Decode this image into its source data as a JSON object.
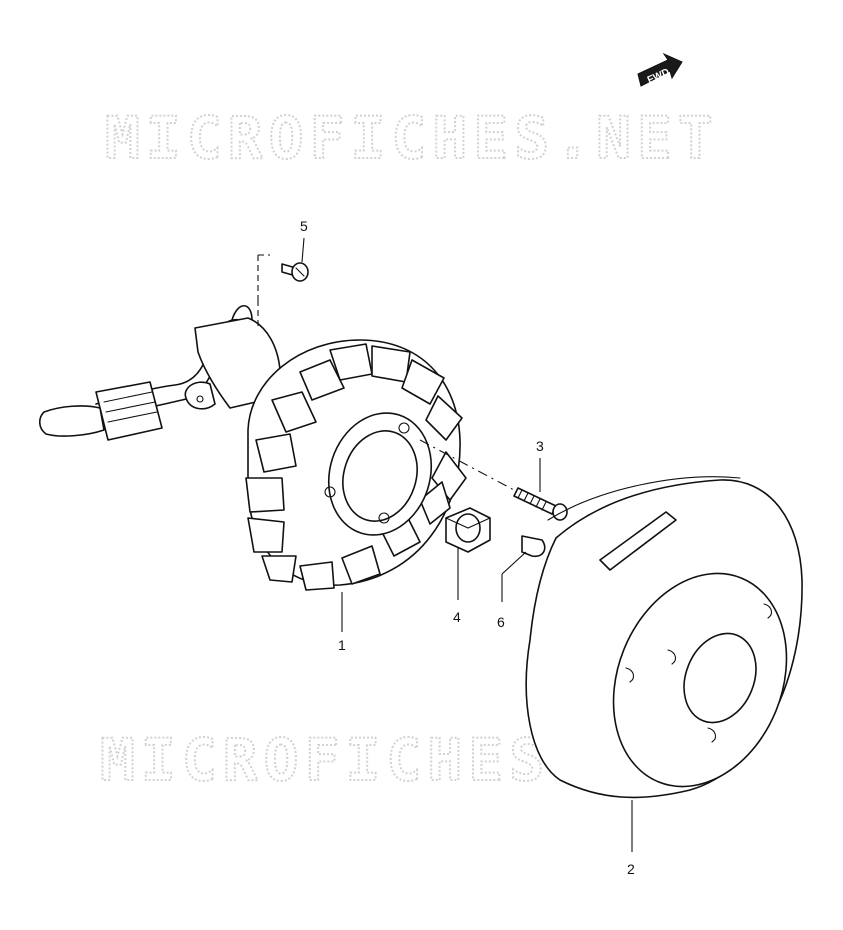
{
  "watermark": {
    "text_top": "MICROFICHES.NET",
    "text_bottom": "MICROFICHES.NET"
  },
  "fwd_indicator": {
    "label": "FWD"
  },
  "callouts": {
    "c1": "1",
    "c2": "2",
    "c3": "3",
    "c4": "4",
    "c5": "5",
    "c6": "6"
  }
}
